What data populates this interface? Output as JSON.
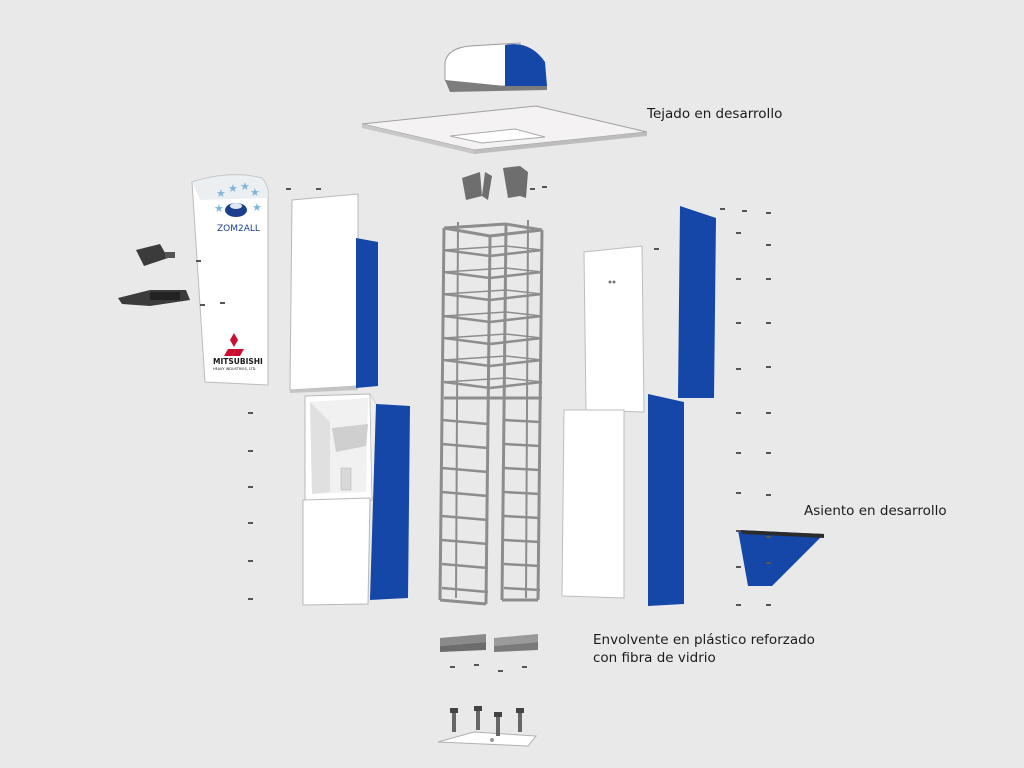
{
  "labels": {
    "roof": "Tejado en desarrollo",
    "seat": "Asiento en desarrollo",
    "shell_line1": "Envolvente en plástico reforzado",
    "shell_line2": "con fibra de vidrio"
  },
  "branding": {
    "product_logo": "ZOM2ALL",
    "company_logo_line1": "MITSUBISHI",
    "company_logo_line2": "HEAVY INDUSTRIES, LTD."
  },
  "colors": {
    "background": "#e9e9e9",
    "panel_blue": "#1447a8",
    "panel_white": "#ffffff",
    "frame_gray": "#8d8d8d",
    "text": "#1c1c1c",
    "accent_red": "#c8102e",
    "star_blue": "#7fb6d9"
  }
}
